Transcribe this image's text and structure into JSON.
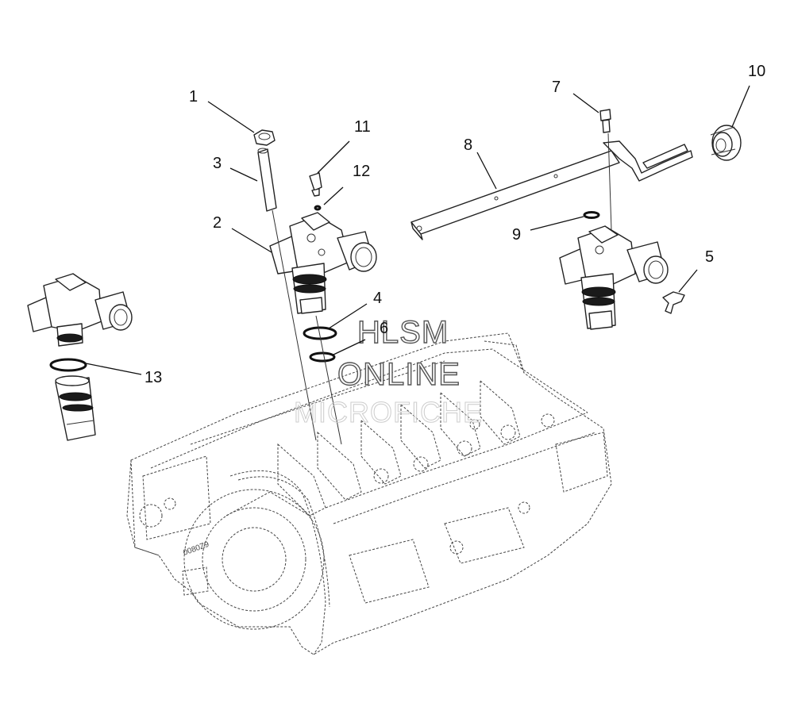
{
  "callouts": [
    {
      "id": "1",
      "label": "1"
    },
    {
      "id": "2",
      "label": "2"
    },
    {
      "id": "3",
      "label": "3"
    },
    {
      "id": "4",
      "label": "4"
    },
    {
      "id": "5",
      "label": "5"
    },
    {
      "id": "6",
      "label": "6"
    },
    {
      "id": "7",
      "label": "7"
    },
    {
      "id": "8",
      "label": "8"
    },
    {
      "id": "9",
      "label": "9"
    },
    {
      "id": "10",
      "label": "10"
    },
    {
      "id": "11",
      "label": "11"
    },
    {
      "id": "12",
      "label": "12"
    },
    {
      "id": "13",
      "label": "13"
    }
  ],
  "engine_marking": "0080Z9",
  "watermark": {
    "line1": "HLSM",
    "line2": "ONLINE",
    "line3": "MICROFICHE"
  }
}
